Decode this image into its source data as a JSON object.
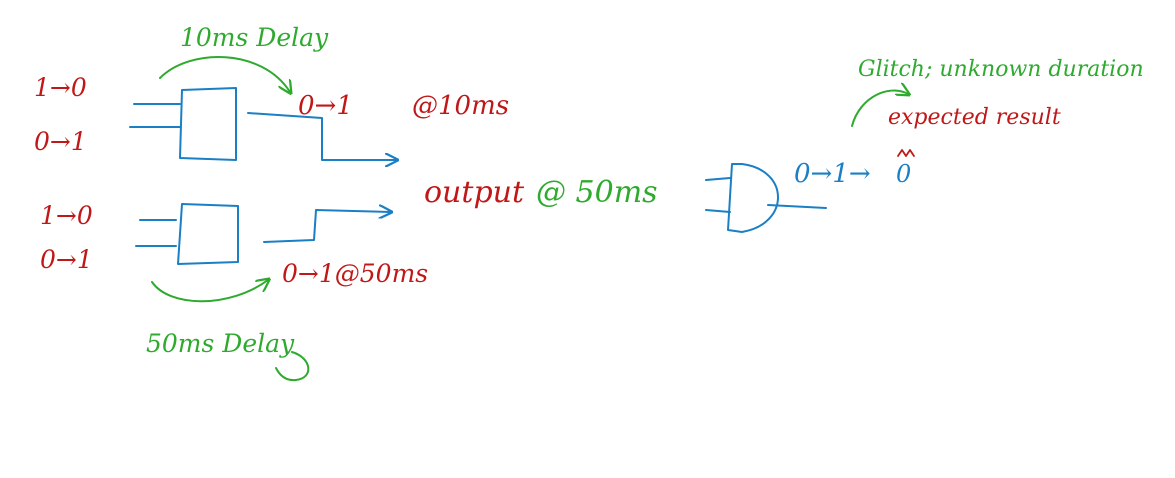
{
  "colors": {
    "red_ink": "#c01818",
    "green_ink": "#2eaa2e",
    "blue_ink": "#1a7fc4"
  },
  "gate_top": {
    "delay_label": "10ms Delay",
    "input_1": "1→0",
    "input_2": "0→1",
    "output_transition": "0→1",
    "output_time": "@10ms"
  },
  "gate_bottom": {
    "delay_label": "50ms Delay",
    "input_1": "1→0",
    "input_2": "0→1",
    "output_label": "0→1@50ms"
  },
  "and_gate": {
    "input_label_part1": "output",
    "input_label_part2": "@ 50ms",
    "output_label": "0→1→",
    "expected_value": "0",
    "expected_label": "expected result",
    "glitch_label": "Glitch; unknown duration"
  }
}
